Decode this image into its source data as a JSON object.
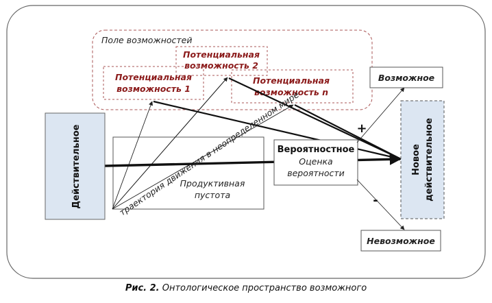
{
  "field": {
    "title": "Поле возможностей"
  },
  "potentials": [
    {
      "line1": "Потенциальная",
      "line2": "возможность 1"
    },
    {
      "line1": "Потенциальная",
      "line2": "возможность 2"
    },
    {
      "line1": "Потенциальная",
      "line2": "возможность n"
    }
  ],
  "actual": {
    "label": "Действительное"
  },
  "new_actual": {
    "line1": "Новое",
    "line2": "действительное"
  },
  "productive_void": {
    "line1": "Продуктивная",
    "line2": "пустота"
  },
  "probable": {
    "title": "Вероятностное",
    "line2": "Оценка",
    "line3": "вероятности"
  },
  "possible": {
    "label": "Возможное"
  },
  "impossible": {
    "label": "Невозможное"
  },
  "signs": {
    "plus": "+",
    "minus": "-"
  },
  "trajectory": {
    "label": "траектория движения в неопределенном мире"
  },
  "caption": {
    "prefix": "Рис. 2.",
    "text": "Онтологическое пространство возможного"
  },
  "colors": {
    "box_fill": "#dce6f2",
    "accent_red": "#8b1a1a",
    "border": "#555555"
  }
}
